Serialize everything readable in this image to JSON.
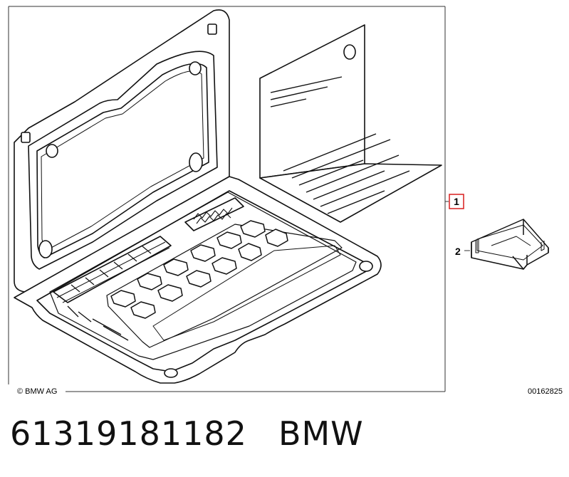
{
  "diagram": {
    "callouts": [
      {
        "id": "1",
        "label": "1",
        "boxed": true,
        "color": "#d81e1e"
      },
      {
        "id": "2",
        "label": "2",
        "boxed": false
      }
    ],
    "copyright": "© BMW AG",
    "drawing_number": "00162825"
  },
  "footer": {
    "part_number": "61319181182",
    "brand": "BMW"
  },
  "colors": {
    "line": "#111111",
    "frame": "#333333",
    "highlight_box": "#d81e1e"
  }
}
